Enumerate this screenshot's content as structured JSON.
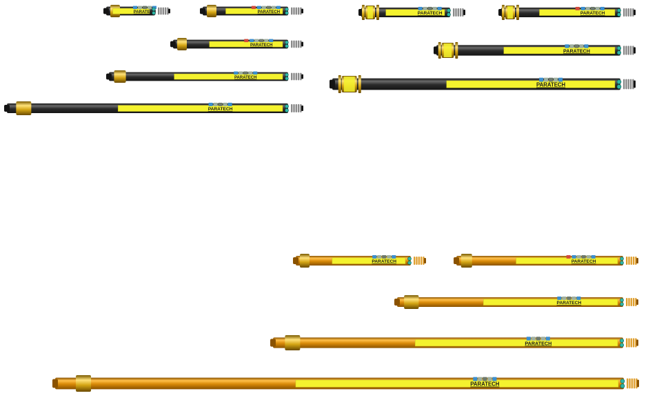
{
  "brand_label": "PARATECH",
  "colors": {
    "tube_dark": "#2b2b2b",
    "tube_gold": "#d98a08",
    "label_yellow": "#f4f22e",
    "collar_gold": "#d4a514",
    "sticker_blue": "#3b8fcf",
    "sticker_red": "#d24b3c",
    "sticker_green": "#3aa860",
    "end_teal": "#2fb7a6"
  },
  "struts": [
    {
      "id": "dark-strut-1",
      "finish": "dark",
      "collar": "simple"
    },
    {
      "id": "dark-strut-2",
      "finish": "dark",
      "collar": "simple"
    },
    {
      "id": "dark-strut-3",
      "finish": "dark",
      "collar": "simple"
    },
    {
      "id": "dark-strut-4",
      "finish": "dark",
      "collar": "simple"
    },
    {
      "id": "dark-strut-5",
      "finish": "dark",
      "collar": "simple"
    },
    {
      "id": "dark-strut-6",
      "finish": "dark",
      "collar": "ringed"
    },
    {
      "id": "dark-strut-7",
      "finish": "dark",
      "collar": "ringed"
    },
    {
      "id": "dark-strut-8",
      "finish": "dark",
      "collar": "ringed"
    },
    {
      "id": "dark-strut-9",
      "finish": "dark",
      "collar": "ringed"
    },
    {
      "id": "gold-strut-1",
      "finish": "gold",
      "collar": "simple"
    },
    {
      "id": "gold-strut-2",
      "finish": "gold",
      "collar": "simple"
    },
    {
      "id": "gold-strut-3",
      "finish": "gold",
      "collar": "simple"
    },
    {
      "id": "gold-strut-4",
      "finish": "gold",
      "collar": "simple"
    },
    {
      "id": "gold-strut-5",
      "finish": "gold",
      "collar": "simple"
    }
  ]
}
